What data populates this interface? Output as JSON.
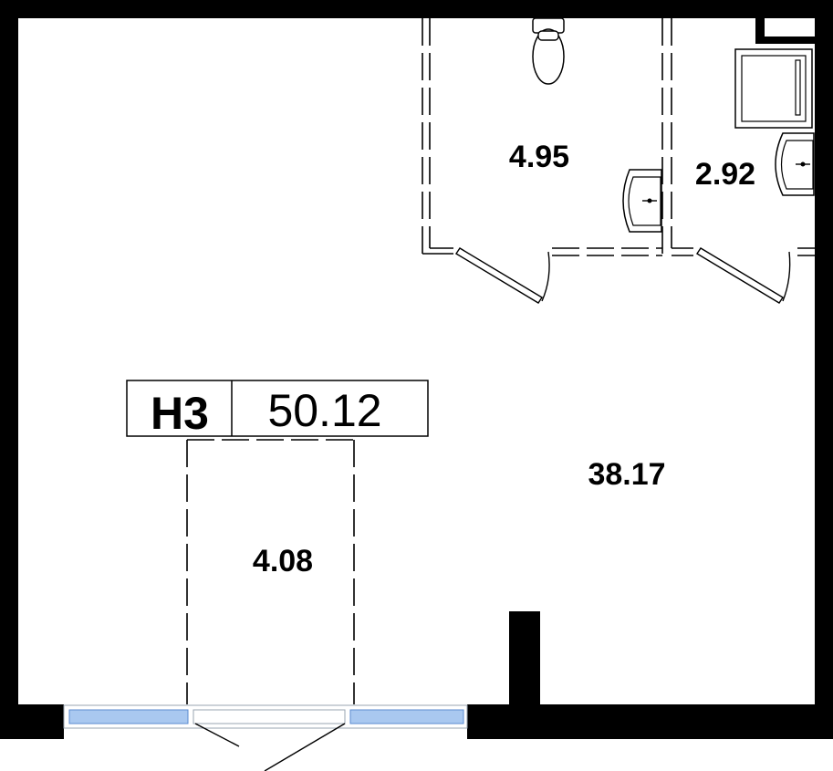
{
  "plan": {
    "unit_code": "Н3",
    "total_area": "50.12",
    "rooms": [
      {
        "id": "main-hall",
        "area": "38.17"
      },
      {
        "id": "bathroom",
        "area": "4.95"
      },
      {
        "id": "washroom",
        "area": "2.92"
      },
      {
        "id": "vestibule",
        "area": "4.08"
      }
    ]
  },
  "colors": {
    "wall": "#000000",
    "window_glass": "#a9c8f0",
    "background": "#ffffff"
  },
  "icons": [
    "toilet-icon",
    "sink-icon",
    "shower-icon",
    "door-swing-icon",
    "window-icon"
  ]
}
